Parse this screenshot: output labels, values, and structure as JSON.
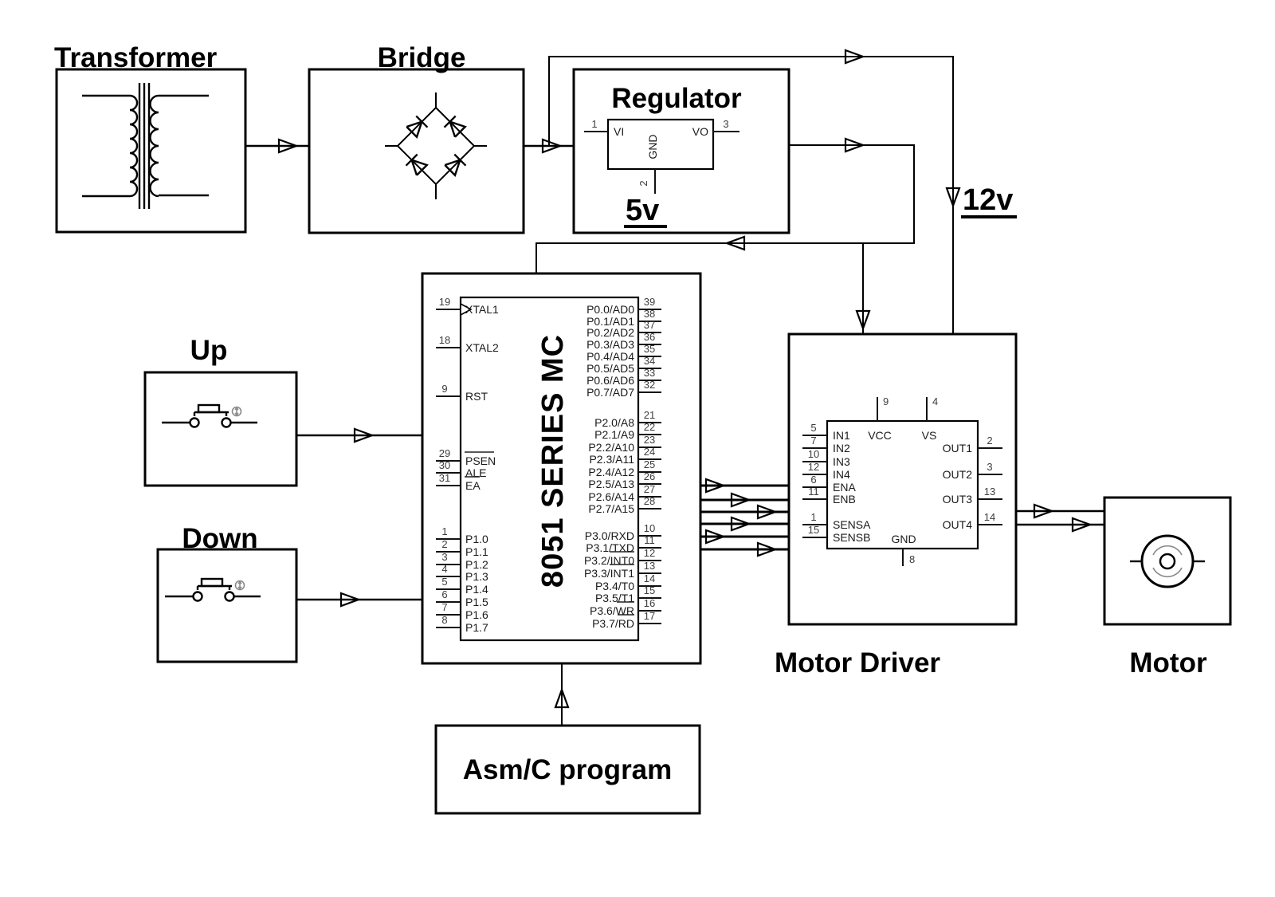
{
  "titles": {
    "transformer": "Transformer",
    "bridge": "Bridge",
    "regulator": "Regulator",
    "up": "Up",
    "down": "Down",
    "motor_driver": "Motor Driver",
    "motor": "Motor",
    "asm": "Asm/C program",
    "rail_12v": "12v",
    "rail_5v": "5v"
  },
  "mcu": {
    "name": "8051 SERIES MC",
    "left_top": [
      {
        "num": "19",
        "label": "XTAL1"
      },
      {
        "num": "18",
        "label": "XTAL2"
      },
      {
        "num": "9",
        "label": "RST"
      },
      {
        "num": "29",
        "label": "PSEN"
      },
      {
        "num": "30",
        "label": "ALE"
      },
      {
        "num": "31",
        "label": "EA"
      }
    ],
    "left_bottom": [
      {
        "num": "1",
        "label": "P1.0"
      },
      {
        "num": "2",
        "label": "P1.1"
      },
      {
        "num": "3",
        "label": "P1.2"
      },
      {
        "num": "4",
        "label": "P1.3"
      },
      {
        "num": "5",
        "label": "P1.4"
      },
      {
        "num": "6",
        "label": "P1.5"
      },
      {
        "num": "7",
        "label": "P1.6"
      },
      {
        "num": "8",
        "label": "P1.7"
      }
    ],
    "right_p0": [
      {
        "num": "39",
        "label": "P0.0/AD0"
      },
      {
        "num": "38",
        "label": "P0.1/AD1"
      },
      {
        "num": "37",
        "label": "P0.2/AD2"
      },
      {
        "num": "36",
        "label": "P0.3/AD3"
      },
      {
        "num": "35",
        "label": "P0.4/AD4"
      },
      {
        "num": "34",
        "label": "P0.5/AD5"
      },
      {
        "num": "33",
        "label": "P0.6/AD6"
      },
      {
        "num": "32",
        "label": "P0.7/AD7"
      }
    ],
    "right_p2": [
      {
        "num": "21",
        "label": "P2.0/A8"
      },
      {
        "num": "22",
        "label": "P2.1/A9"
      },
      {
        "num": "23",
        "label": "P2.2/A10"
      },
      {
        "num": "24",
        "label": "P2.3/A11"
      },
      {
        "num": "25",
        "label": "P2.4/A12"
      },
      {
        "num": "26",
        "label": "P2.5/A13"
      },
      {
        "num": "27",
        "label": "P2.6/A14"
      },
      {
        "num": "28",
        "label": "P2.7/A15"
      }
    ],
    "right_p3": [
      {
        "num": "10",
        "label": "P3.0/RXD"
      },
      {
        "num": "11",
        "label": "P3.1/TXD"
      },
      {
        "num": "12",
        "label": "P3.2/INT0"
      },
      {
        "num": "13",
        "label": "P3.3/INT1"
      },
      {
        "num": "14",
        "label": "P3.4/T0"
      },
      {
        "num": "15",
        "label": "P3.5/T1"
      },
      {
        "num": "16",
        "label": "P3.6/WR"
      },
      {
        "num": "17",
        "label": "P3.7/RD"
      }
    ]
  },
  "regulator": {
    "vi": "VI",
    "vo": "VO",
    "gnd": "GND",
    "pin_in": "1",
    "pin_gnd": "2",
    "pin_out": "3"
  },
  "driver": {
    "left": [
      {
        "num": "5",
        "label": "IN1"
      },
      {
        "num": "7",
        "label": "IN2"
      },
      {
        "num": "10",
        "label": "IN3"
      },
      {
        "num": "12",
        "label": "IN4"
      },
      {
        "num": "6",
        "label": "ENA"
      },
      {
        "num": "11",
        "label": "ENB"
      },
      {
        "num": "1",
        "label": "SENSA"
      },
      {
        "num": "15",
        "label": "SENSB"
      }
    ],
    "right": [
      {
        "num": "2",
        "label": "OUT1"
      },
      {
        "num": "3",
        "label": "OUT2"
      },
      {
        "num": "13",
        "label": "OUT3"
      },
      {
        "num": "14",
        "label": "OUT4"
      }
    ],
    "top": [
      {
        "num": "9",
        "label": "VCC"
      },
      {
        "num": "4",
        "label": "VS"
      }
    ],
    "bottom": [
      {
        "num": "8",
        "label": "GND"
      }
    ]
  }
}
